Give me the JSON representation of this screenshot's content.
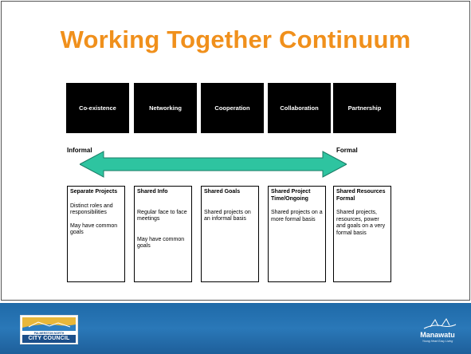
{
  "slide": {
    "title": "Working Together Continuum"
  },
  "continuum": {
    "stages": [
      "Co-existence",
      "Networking",
      "Cooperation",
      "Collaboration",
      "Partnership"
    ],
    "left_label": "Informal",
    "right_label": "Formal",
    "arrow_color": "#2ec4a0"
  },
  "descriptions": [
    {
      "heading": "Separate Projects",
      "text": "Distinct roles and responsibilities",
      "text2": "May have common goals"
    },
    {
      "heading": "Shared Info",
      "text": "Regular face to face meetings",
      "text2": "May have common goals"
    },
    {
      "heading": "Shared Goals",
      "text": "Shared projects on an informal basis",
      "text2": ""
    },
    {
      "heading": "Shared Project Time/Ongoing",
      "text": "Shared projects on a more formal basis",
      "text2": ""
    },
    {
      "heading": "Shared Resources Formal",
      "text": "Shared projects, resources, power and goals on a very formal basis",
      "text2": ""
    }
  ],
  "footer": {
    "left_logo_small": "PALMERSTON NORTH",
    "left_logo_big": "CITY COUNCIL",
    "right_logo_name": "Manawatu",
    "right_logo_tagline": "Young Heart Easy Living"
  },
  "colors": {
    "title": "#f0901c",
    "footer_blue": "#2a78b8"
  }
}
